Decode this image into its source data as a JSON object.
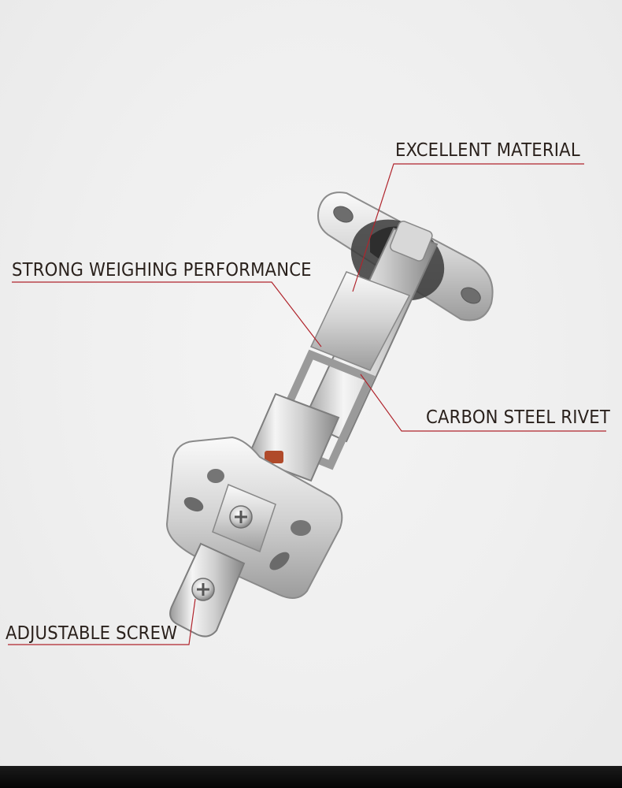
{
  "labels": {
    "excellent_material": "EXCELLENT MATERIAL",
    "strong_weighing": "STRONG WEIGHING PERFORMANCE",
    "carbon_steel_rivet": "CARBON STEEL RIVET",
    "adjustable_screw": "ADJUSTABLE SCREW"
  },
  "colors": {
    "background": "#efefef",
    "text": "#2a211c",
    "leader_line": "#b0242c",
    "steel_light": "#f2f2f2",
    "steel_dark": "#8a8a8a",
    "bottom_bar": "#0a0a0a"
  }
}
